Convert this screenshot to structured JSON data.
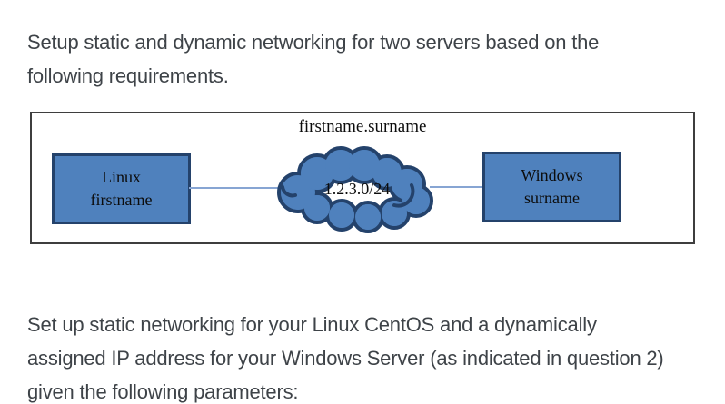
{
  "intro": {
    "lines": [
      "Setup static and dynamic networking for two servers based on the",
      "following requirements."
    ]
  },
  "diagram": {
    "title": "firstname.surname",
    "cloud": {
      "label": "1.2.3.0/24"
    },
    "left_node": {
      "line1": "Linux",
      "line2": "firstname"
    },
    "right_node": {
      "line1": "Windows",
      "line2": "surname"
    }
  },
  "instructions": {
    "lines": [
      "Set up static networking for your Linux CentOS and a dynamically",
      "assigned IP address for your Windows Server (as indicated in question 2)",
      "given the following parameters:"
    ]
  },
  "colors": {
    "body_text": "#3e4348",
    "node_fill": "#4f81bd",
    "node_border": "#24426b",
    "connector": "#87a5d3",
    "frame_border": "#3e3e3e",
    "diagram_text": "#0c0c0c"
  }
}
